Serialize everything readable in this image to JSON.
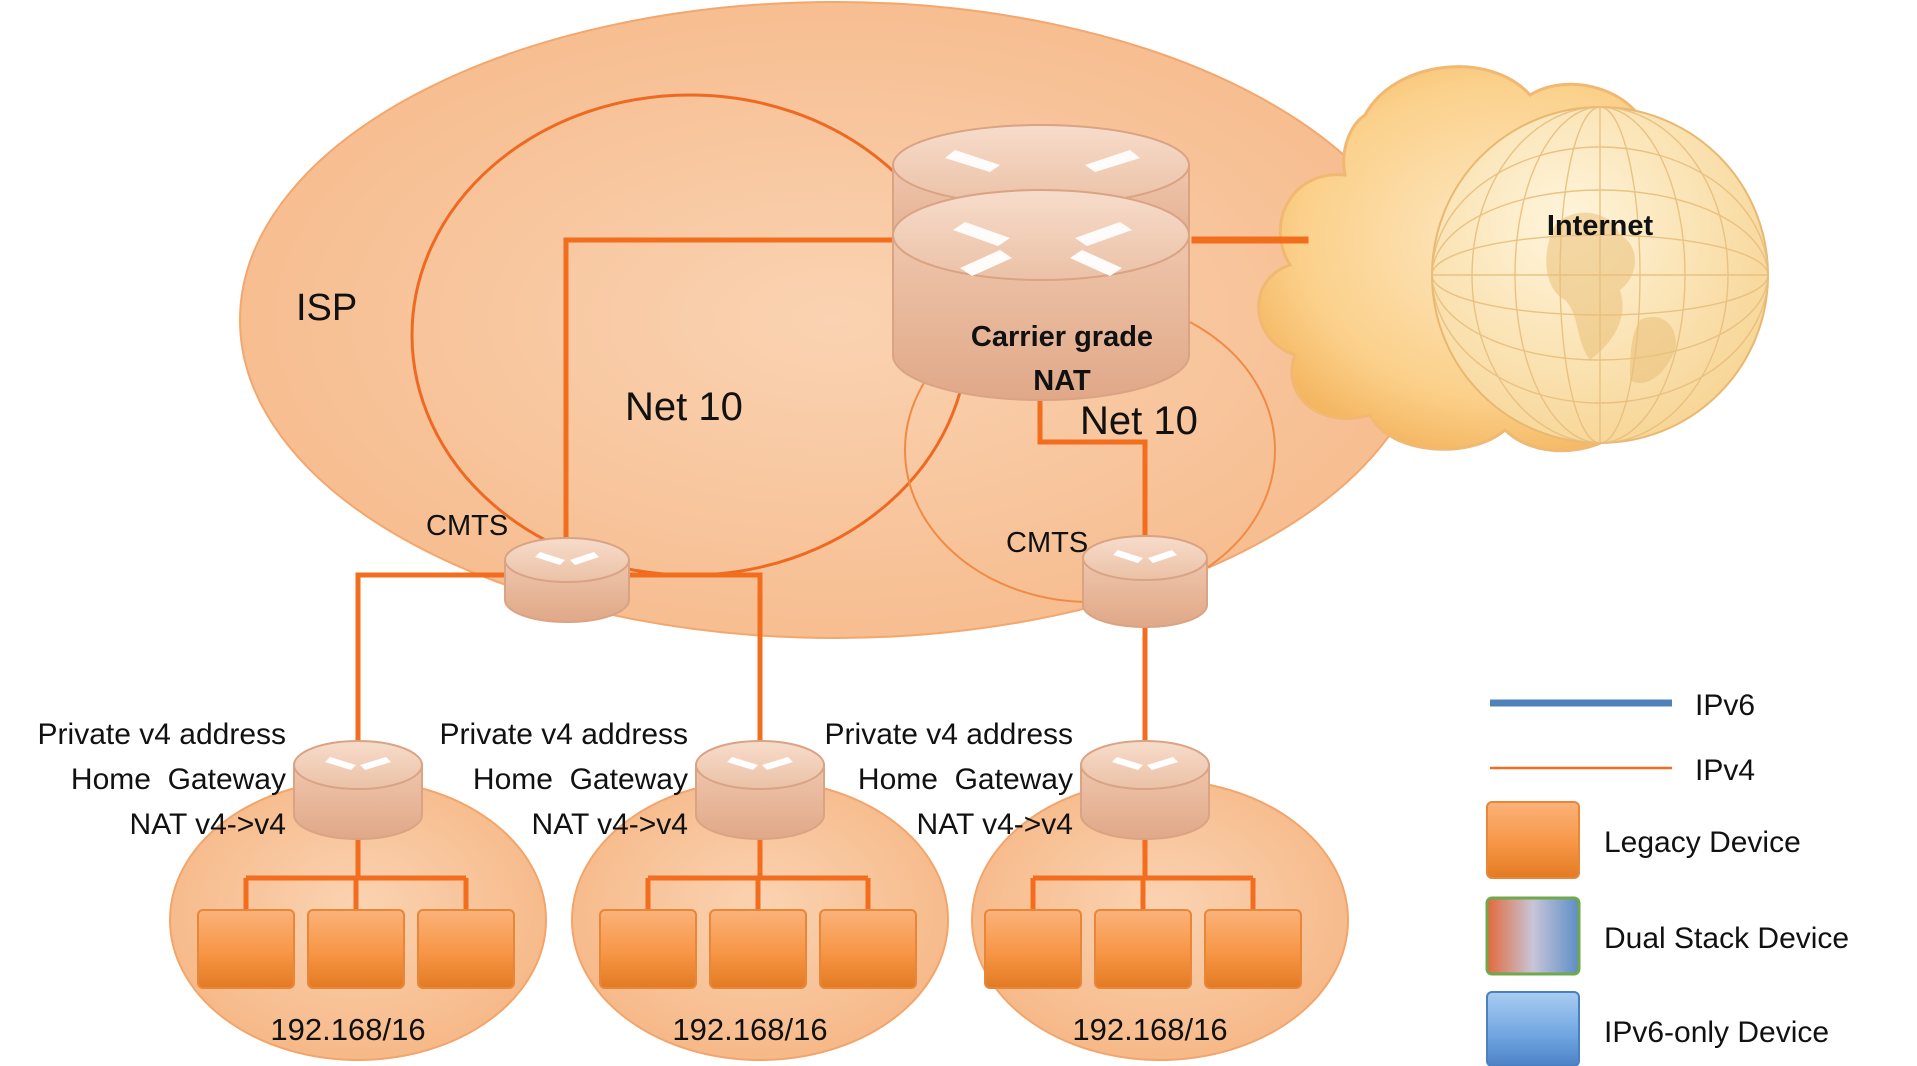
{
  "labels": {
    "isp": "ISP",
    "net10_left": "Net 10",
    "net10_right": "Net 10",
    "cgn_line1": "Carrier grade",
    "cgn_line2": "NAT",
    "internet": "Internet",
    "cmts_left": "CMTS",
    "cmts_right": "CMTS"
  },
  "homes": [
    {
      "line1": "Private v4 address",
      "line2": "Home  Gateway",
      "line3": "NAT v4->v4",
      "subnet": "192.168/16"
    },
    {
      "line1": "Private v4 address",
      "line2": "Home  Gateway",
      "line3": "NAT v4->v4",
      "subnet": "192.168/16"
    },
    {
      "line1": "Private v4 address",
      "line2": "Home  Gateway",
      "line3": "NAT v4->v4",
      "subnet": "192.168/16"
    }
  ],
  "legend": {
    "ipv6": "IPv6",
    "ipv4": "IPv4",
    "legacy": "Legacy Device",
    "dual": "Dual Stack Device",
    "ipv6only": "IPv6-only Device"
  },
  "colors": {
    "isp_fill": "#f8c8a0",
    "isp_stroke": "#f0a060",
    "ipv4_line": "#f26d1d",
    "ipv6_line": "#4f81bd",
    "legacy_device": "#f79646",
    "router_body": "#e8b89a",
    "cloud": "#fbd08a"
  }
}
